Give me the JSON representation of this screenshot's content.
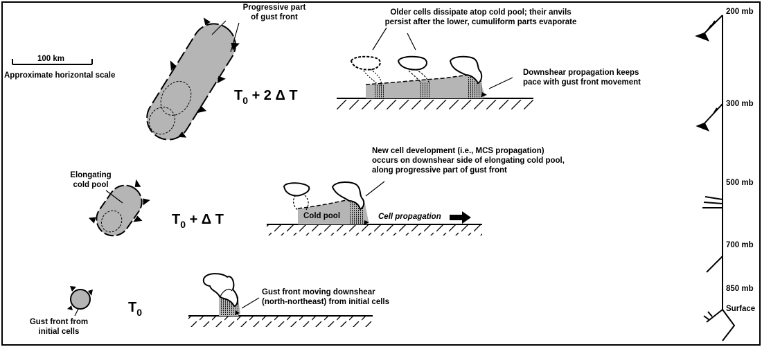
{
  "scale": {
    "bar_label": "100  km",
    "caption": "Approximate horizontal scale"
  },
  "timesteps": {
    "t0": {
      "main": "T",
      "sub": "0"
    },
    "t1": {
      "main": "T",
      "sub": "0",
      "suffix": " + Δ T"
    },
    "t2": {
      "main": "T",
      "sub": "0",
      "suffix": " + 2 Δ T"
    }
  },
  "labels": {
    "progressive_part": [
      "Progressive part",
      "of gust front"
    ],
    "elongating_pool": [
      "Elongating",
      "cold pool"
    ],
    "initial_gust_front": [
      "Gust front from",
      "initial cells"
    ],
    "older_cells": [
      "Older cells dissipate atop cold pool; their anvils",
      "persist after the lower, cumuliform parts evaporate"
    ],
    "downshear_propagation": [
      "Downshear propagation keeps",
      "pace with gust front movement"
    ],
    "new_cell_development": [
      "New cell development (i.e., MCS propagation)",
      "occurs on downshear side of elongating cold pool,",
      "along progressive part of gust front"
    ],
    "cold_pool": "Cold pool",
    "cell_propagation": "Cell propagation",
    "gust_front_moving": [
      "Gust front moving downshear",
      "(north-northeast) from initial cells"
    ]
  },
  "hodograph_levels": [
    "200 mb",
    "300 mb",
    "500 mb",
    "700 mb",
    "850 mb",
    "Surface"
  ],
  "colors": {
    "fill": "#b5b5b5",
    "line": "#000000",
    "background": "#ffffff"
  }
}
